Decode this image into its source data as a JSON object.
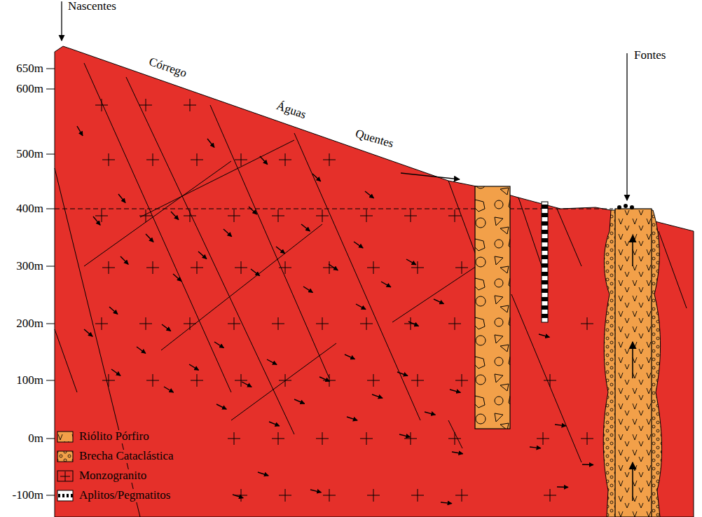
{
  "diagram": {
    "labels": [
      "Nascentes",
      "Córrego",
      "Águas",
      "Quentes",
      "Fontes",
      "650m",
      "600m",
      "500m",
      "400m",
      "300m",
      "200m",
      "100m",
      "0m",
      "-100m"
    ],
    "legend": [
      {
        "text": "Riólito Pórfiro"
      },
      {
        "text": "Brecha Cataclástica"
      },
      {
        "text": "Monzogranito"
      },
      {
        "text": "Aplitos/Pegmatitos"
      }
    ]
  }
}
